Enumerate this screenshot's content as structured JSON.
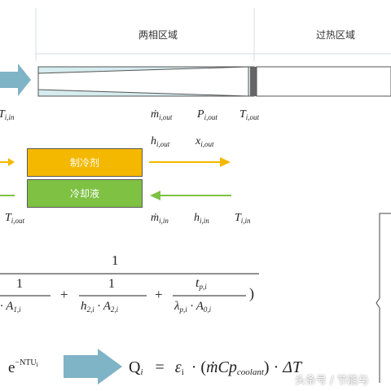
{
  "header": {
    "zone_two_phase": "两相区域",
    "zone_superheat": "过热区域"
  },
  "labels": {
    "t_in_left": "T",
    "t_in_left_sub": "i,in",
    "mdot_out": "ṁ",
    "mdot_out_sub": "i,out",
    "p_out": "P",
    "p_out_sub": "i,out",
    "t_out_top": "T",
    "t_out_top_sub": "i,out",
    "h_out": "h",
    "h_out_sub": "i,out",
    "x_out": "x",
    "x_out_sub": "i,out",
    "t_out_left": "T",
    "t_out_left_sub": "i,out",
    "mdot_in": "ṁ",
    "mdot_in_sub": "i,in",
    "h_in": "h",
    "h_in_sub": "i,in",
    "t_in_right": "T",
    "t_in_right_sub": "i,in"
  },
  "boxes": {
    "refrigerant": "制冷剂",
    "coolant": "冷却液"
  },
  "formula": {
    "numerator": "1",
    "term1_num": "1",
    "term1_den": "· A",
    "term1_den_sub": "1,i",
    "plus1": "+",
    "term2_num": "1",
    "term2_den_h": "h",
    "term2_den_h_sub": "2,i",
    "term2_den_a": "· A",
    "term2_den_a_sub": "2,i",
    "plus2": "+",
    "term3_num_t": "t",
    "term3_num_sub": "p,i",
    "term3_den_l": "λ",
    "term3_den_l_sub": "p,i",
    "term3_den_a": "· A",
    "term3_den_a_sub": "0,i",
    "close_paren": ")",
    "exp_base": "e",
    "exp_sup": "−NTU",
    "exp_sup_sub": "i",
    "q": "Q",
    "q_sub": "i",
    "eq": "=",
    "eps": "ε",
    "eps_sub": "i",
    "dot1": "·",
    "paren_open": "(",
    "mcp": "ṁCp",
    "mcp_sub": "coolant",
    "paren_close": ")",
    "dot2": "·",
    "delta_t": "ΔT"
  },
  "watermark": "头条号 / 节能与",
  "colors": {
    "tube_fill": "#d6ecef",
    "refrigerant_box": "#f5b800",
    "coolant_box": "#7ec143",
    "refrigerant_arrow": "#f5b800",
    "coolant_arrow": "#7ec143",
    "flow_arrow": "#7fb3c6",
    "divider": "#d6dde6"
  }
}
